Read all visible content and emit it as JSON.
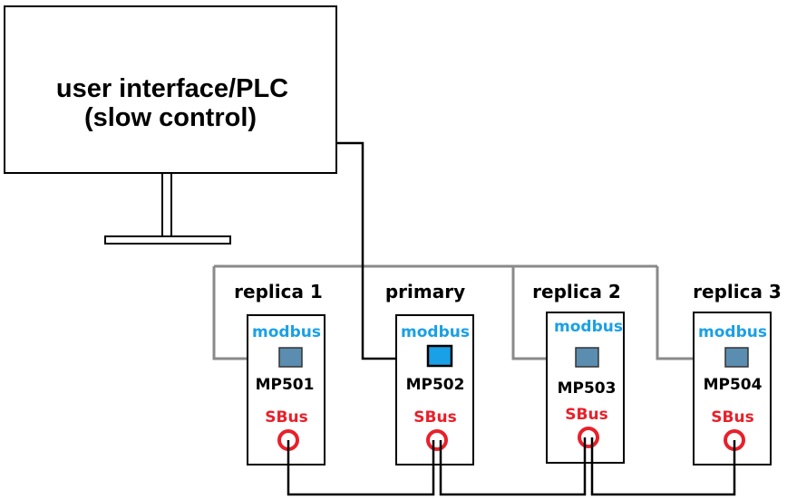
{
  "monitor": {
    "line1": "user interface/PLC",
    "line2": "(slow control)"
  },
  "nodes": [
    {
      "title": "replica 1",
      "modbus": "modbus",
      "device": "MP501",
      "sbus": "SBus",
      "role": "replica"
    },
    {
      "title": "primary",
      "modbus": "modbus",
      "device": "MP502",
      "sbus": "SBus",
      "role": "primary"
    },
    {
      "title": "replica 2",
      "modbus": "modbus",
      "device": "MP503",
      "sbus": "SBus",
      "role": "replica"
    },
    {
      "title": "replica 3",
      "modbus": "modbus",
      "device": "MP504",
      "sbus": "SBus",
      "role": "replica"
    }
  ],
  "colors": {
    "modbus_text": "#1aa0e6",
    "sbus_text": "#e8202a",
    "sbus_ring": "#e8202a",
    "primary_port": "#1aa0e6",
    "replica_port": "#5a8db0",
    "replica_bus_line": "#8a8a8a",
    "primary_link_line": "#000000"
  }
}
